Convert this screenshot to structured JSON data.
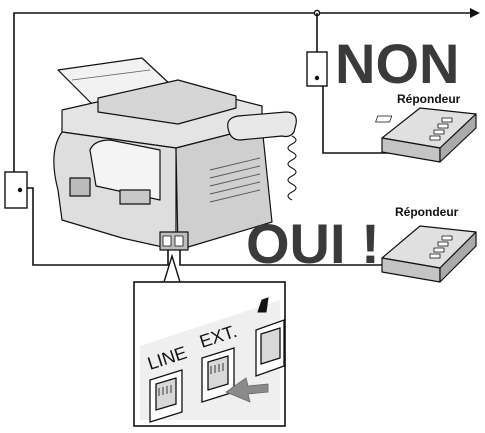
{
  "labels": {
    "no": "NON",
    "yes": "OUI !",
    "answering_machine_top": "Répondeur",
    "answering_machine_bottom": "Répondeur",
    "jack_line": "LINE",
    "jack_ext": "EXT."
  },
  "colors": {
    "ink": "#111111",
    "big_text": "#3a3a3a",
    "fax_body": "#e2e2e2",
    "fax_shadow": "#b8b8b8",
    "machine": "#d4d4d4",
    "arrow": "#8a8a8a",
    "jack_panel": "#dadada"
  },
  "icons": {
    "wall_outlet": "wall-outlet-icon",
    "answering_machine": "answering-machine-icon",
    "fax_machine": "fax-machine-icon",
    "pointer_arrow": "arrow-icon"
  }
}
